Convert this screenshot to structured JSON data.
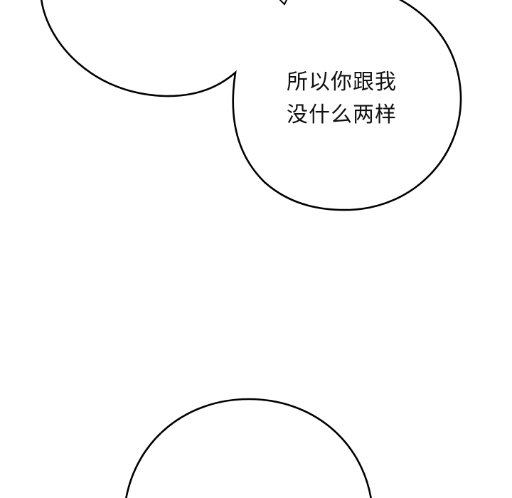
{
  "panel": {
    "background": "#ffffff",
    "stroke_color": "#000000"
  },
  "speech_bubbles": [
    {
      "id": "top-left-bubble",
      "text_lines": []
    },
    {
      "id": "top-right-bubble",
      "text_lines": [
        "所以你跟我",
        "没什么两样"
      ]
    },
    {
      "id": "bottom-bubble",
      "text_lines": []
    }
  ]
}
